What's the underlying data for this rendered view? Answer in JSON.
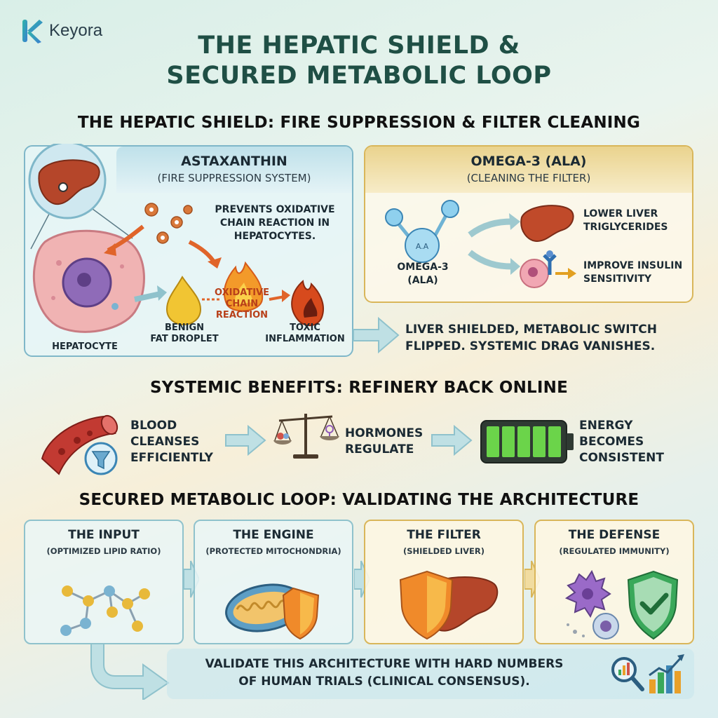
{
  "brand": {
    "name": "Keyora"
  },
  "title": {
    "line1": "THE HEPATIC SHIELD &",
    "line2": "SECURED METABOLIC LOOP"
  },
  "section1": {
    "heading": "THE HEPATIC SHIELD: FIRE SUPPRESSION & FILTER CLEANING",
    "astaxanthin": {
      "title": "ASTAXANTHIN",
      "subtitle": "(FIRE SUPPRESSION SYSTEM)",
      "note": [
        "PREVENTS OXIDATIVE",
        "CHAIN REACTION IN",
        "HEPATOCYTES."
      ],
      "hepatocyte_label": "HEPATOCYTE",
      "droplet_label": [
        "BENIGN",
        "FAT DROPLET"
      ],
      "reaction_label": [
        "OXIDATIVE",
        "CHAIN",
        "REACTION"
      ],
      "toxic_label": [
        "TOXIC",
        "INFLAMMATION"
      ]
    },
    "omega": {
      "title": "OMEGA-3 (ALA)",
      "subtitle": "(CLEANING THE FILTER)",
      "molecule_text": "A.A",
      "molecule_label": [
        "OMEGA-3",
        "(ALA)"
      ],
      "effect1": [
        "LOWER LIVER",
        "TRIGLYCERIDES"
      ],
      "effect2": [
        "IMPROVE INSULIN",
        "SENSITIVITY"
      ]
    },
    "result": [
      "LIVER SHIELDED, METABOLIC SWITCH",
      "FLIPPED. SYSTEMIC DRAG VANISHES."
    ]
  },
  "section2": {
    "heading": "SYSTEMIC BENEFITS: REFINERY BACK ONLINE",
    "items": [
      {
        "label": [
          "BLOOD",
          "CLEANSES",
          "EFFICIENTLY"
        ],
        "icon": "blood-vessel-filter-icon"
      },
      {
        "label": [
          "HORMONES",
          "REGULATE"
        ],
        "icon": "balance-scale-icon"
      },
      {
        "label": [
          "ENERGY",
          "BECOMES",
          "CONSISTENT"
        ],
        "icon": "full-battery-icon"
      }
    ]
  },
  "section3": {
    "heading": "SECURED METABOLIC LOOP: VALIDATING THE ARCHITECTURE",
    "cards": [
      {
        "title": "THE INPUT",
        "subtitle": "(OPTIMIZED LIPID RATIO)",
        "icon": "molecule-icon"
      },
      {
        "title": "THE ENGINE",
        "subtitle": "(PROTECTED MITOCHONDRIA)",
        "icon": "mitochondria-shield-icon"
      },
      {
        "title": "THE FILTER",
        "subtitle": "(SHIELDED LIVER)",
        "icon": "liver-shield-icon"
      },
      {
        "title": "THE DEFENSE",
        "subtitle": "(REGULATED IMMUNITY)",
        "icon": "immune-check-icon"
      }
    ],
    "validate": [
      "VALIDATE THIS ARCHITECTURE WITH HARD NUMBERS",
      "OF HUMAN TRIALS (CLINICAL CONSENSUS)."
    ]
  },
  "colors": {
    "title_green": "#1f4f45",
    "astax_border": "#7fb7c9",
    "omega_border": "#d9b65a",
    "liver": "#b5462a",
    "arrow": "#9ec9cf"
  }
}
